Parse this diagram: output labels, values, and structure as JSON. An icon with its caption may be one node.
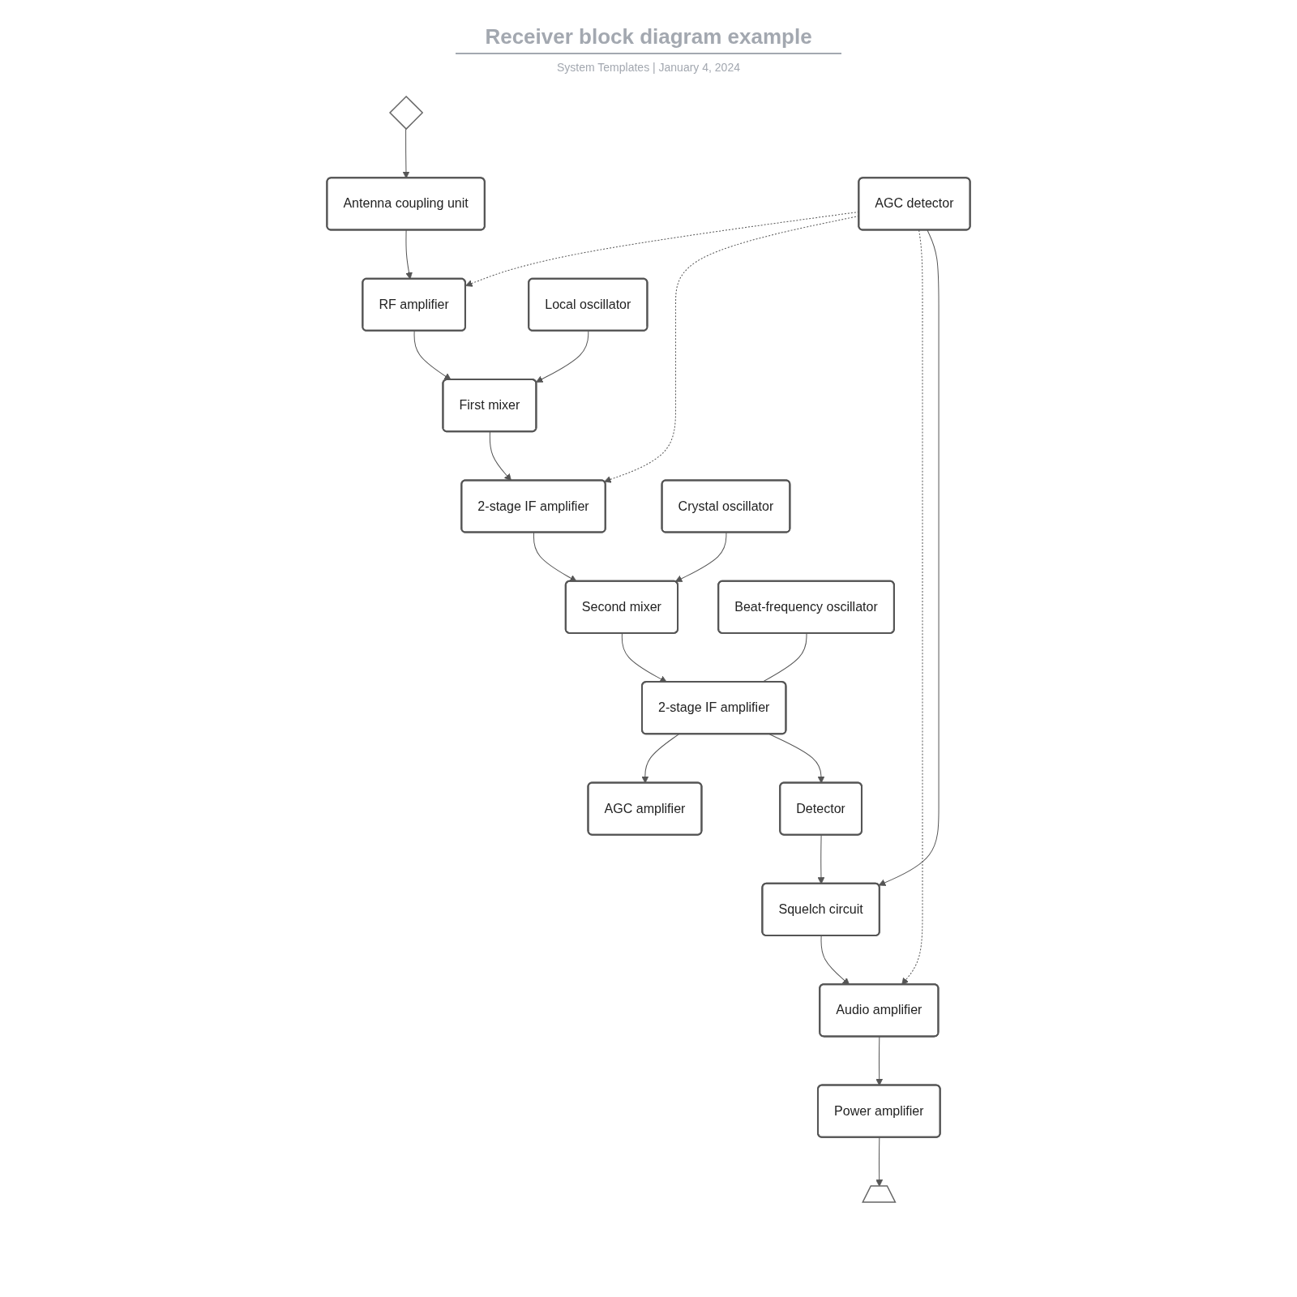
{
  "diagram": {
    "title": "Receiver block diagram example",
    "nodes": [
      {
        "text": [],
        "shape": "diamond"
      },
      {
        "text": [
          "Antenna coupling unit"
        ]
      },
      {
        "text": [
          "RF amplifier"
        ]
      },
      {
        "text": [
          "First mixer"
        ]
      },
      {
        "text": [
          "2-stage IF amplifier"
        ]
      },
      {
        "text": [
          "Second mixer"
        ]
      },
      {
        "text": [
          "2-stage IF amplifier"
        ]
      },
      {
        "text": [
          "Local oscillator"
        ]
      },
      {
        "text": [
          "Crystal oscillator"
        ]
      },
      {
        "text": [
          "Beat-frequency oscillator"
        ]
      },
      {
        "text": [
          "AGC detector"
        ]
      },
      {
        "text": [
          "AGC amplifier"
        ]
      },
      {
        "text": [
          "Power amplifier"
        ]
      },
      {
        "text": [
          "Audio amplifier"
        ]
      },
      {
        "text": [
          "Squelch circuit"
        ]
      },
      {
        "text": [
          "Detector"
        ]
      },
      {
        "text": [],
        "shape": "trapezoid"
      }
    ],
    "edges": [
      {
        "from": 0,
        "to": 1,
        "arrow": "to"
      },
      {
        "from": 1,
        "to": 2,
        "arrow": "to"
      },
      {
        "from": 2,
        "to": 3,
        "arrow": "to"
      },
      {
        "from": 3,
        "to": 4,
        "arrow": "to"
      },
      {
        "from": 4,
        "to": 5,
        "arrow": "to"
      },
      {
        "from": 5,
        "to": 6,
        "arrow": "to"
      },
      {
        "from": 7,
        "to": 3,
        "arrow": "to"
      },
      {
        "from": 8,
        "to": 5,
        "arrow": "to"
      },
      {
        "from": 9,
        "to": 6,
        "arrow": "none"
      },
      {
        "from": 6,
        "to": 11,
        "arrow": "to"
      },
      {
        "from": 6,
        "to": 15,
        "arrow": "to"
      },
      {
        "from": 10,
        "to": 2,
        "arrow": "to",
        "style": "dashed"
      },
      {
        "from": 10,
        "to": 4,
        "arrow": "to",
        "style": "dashed"
      },
      {
        "from": 10,
        "to": 13,
        "arrow": "to",
        "style": "dashed"
      },
      {
        "from": 10,
        "to": 14,
        "arrow": "to"
      },
      {
        "from": 15,
        "to": 14,
        "arrow": "to"
      },
      {
        "from": 14,
        "to": 13,
        "arrow": "to"
      },
      {
        "from": 13,
        "to": 12,
        "arrow": "to"
      },
      {
        "from": 12,
        "to": 16,
        "arrow": "to"
      }
    ],
    "labels": [
      "System Templates | January 4, 2024"
    ]
  }
}
